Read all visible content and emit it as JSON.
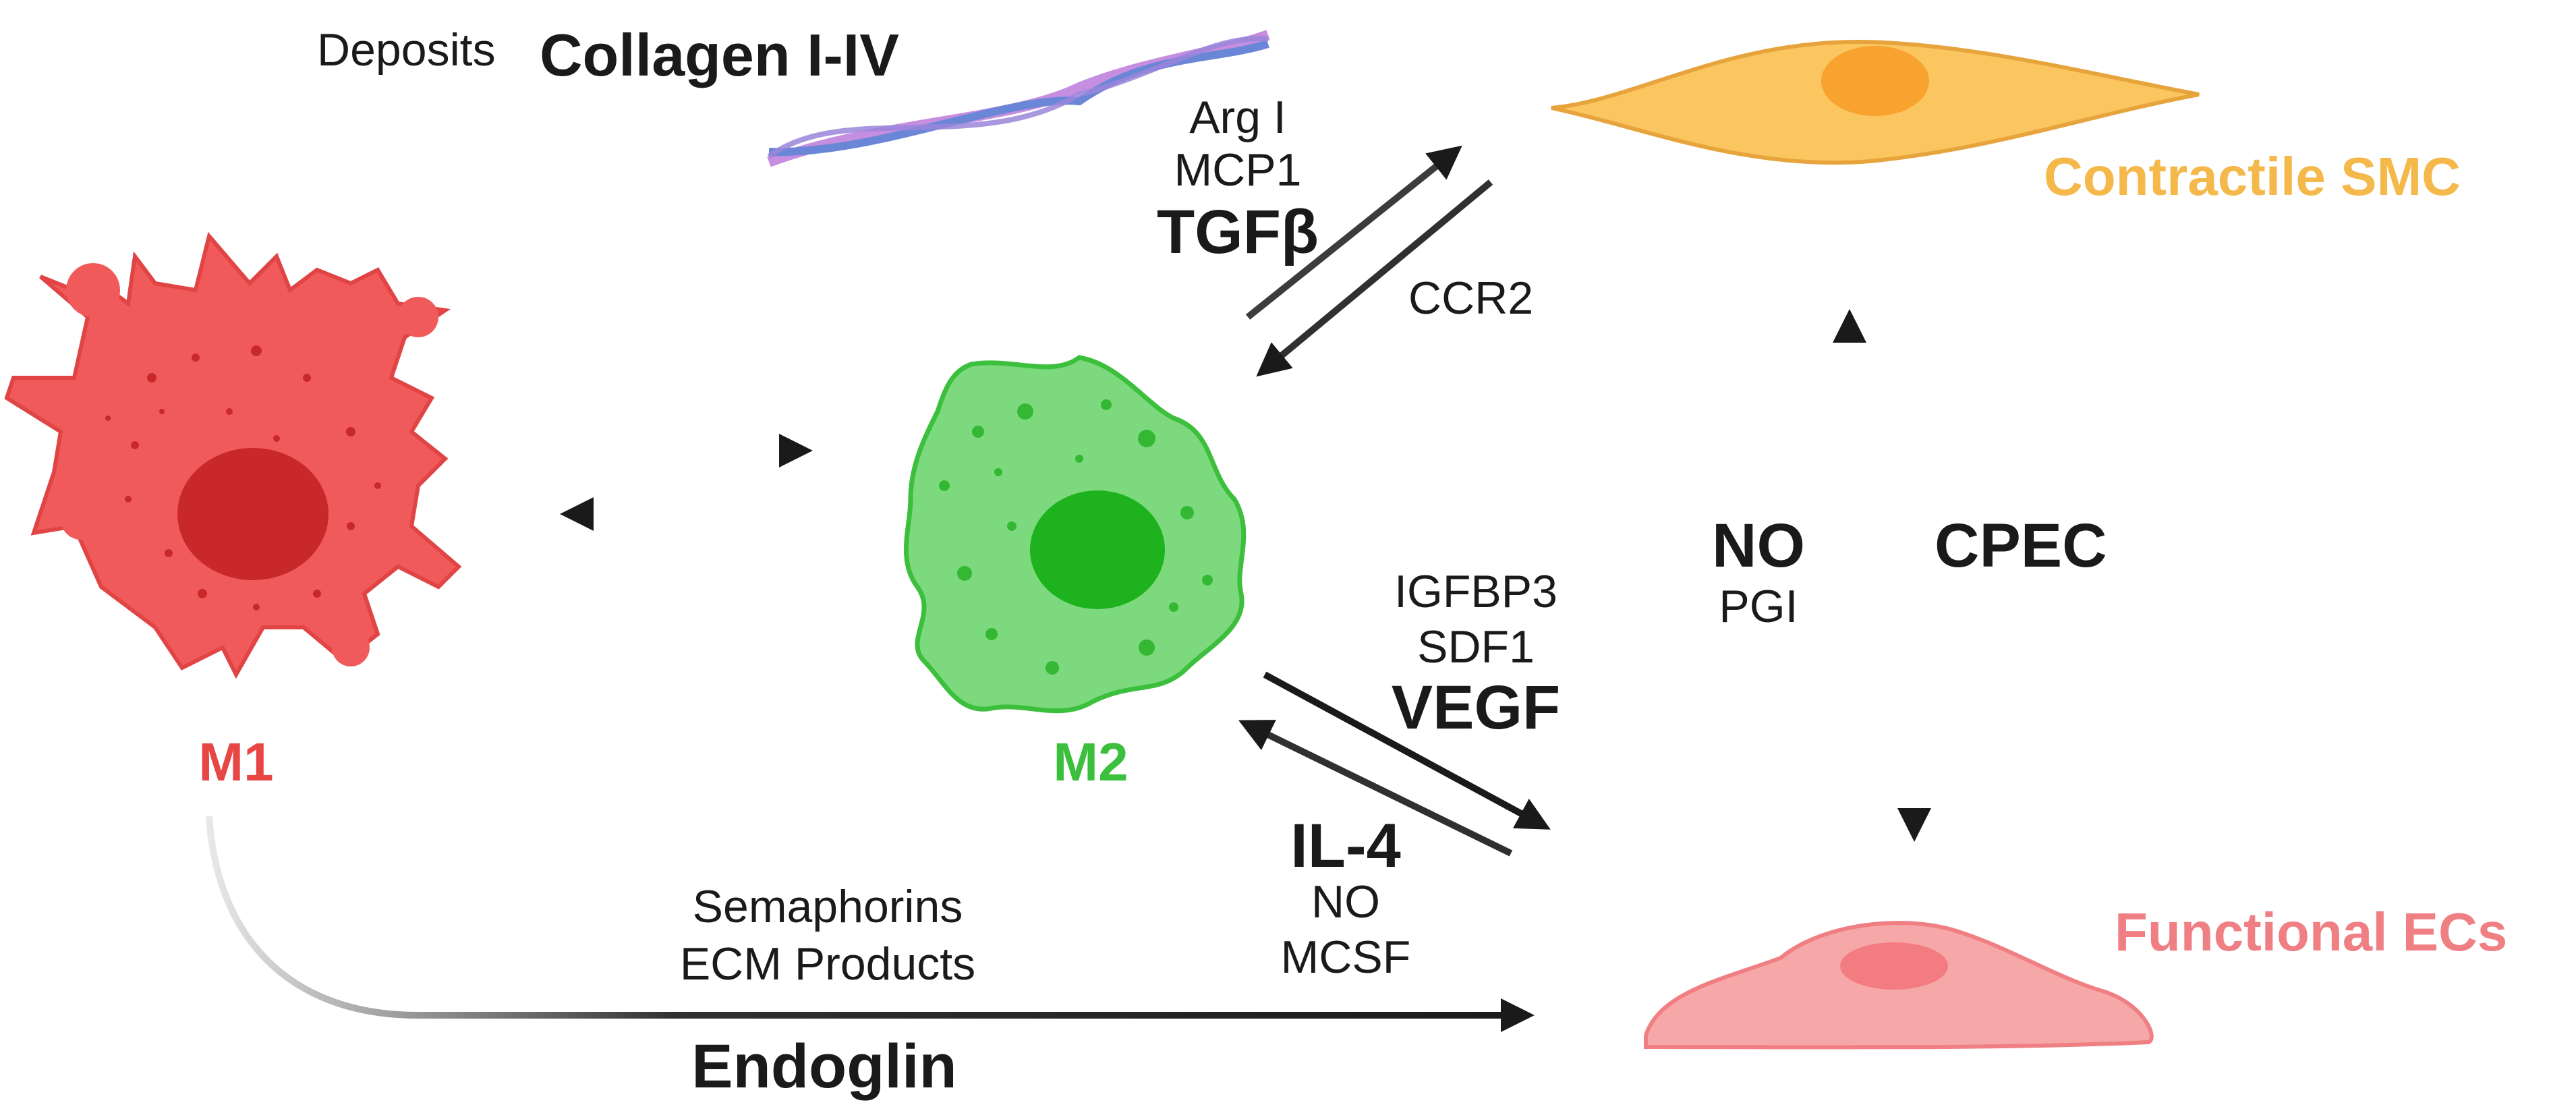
{
  "colors": {
    "m1": "#e84545",
    "m1_dark": "#c9282b",
    "m2": "#3cbf3c",
    "m2_fill": "#7dd97d",
    "m2_nucleus": "#1eb31e",
    "smc": "#f5b84a",
    "smc_fill": "#fbc65f",
    "ec": "#f07f84",
    "ec_fill": "#f6a8a9",
    "arrow": "#1a1a1a"
  },
  "cells": {
    "m1": {
      "label": "M1"
    },
    "m2": {
      "label": "M2"
    },
    "smc": {
      "label": "Contractile SMC"
    },
    "ec": {
      "label": "Functional ECs"
    }
  },
  "labels": {
    "deposits": "Deposits",
    "collagen": "Collagen I-IV",
    "arg": "Arg I",
    "mcp1": "MCP1",
    "tgfb": "TGFβ",
    "ccr2": "CCR2",
    "igfbp3": "IGFBP3",
    "sdf1": "SDF1",
    "vegf": "VEGF",
    "il4": "IL-4",
    "no_m2": "NO",
    "mcsf": "MCSF",
    "semaphorins": "Semaphorins",
    "ecm": "ECM Products",
    "endoglin": "Endoglin",
    "no_big": "NO",
    "pgi": "PGI",
    "cpec": "CPEC"
  }
}
